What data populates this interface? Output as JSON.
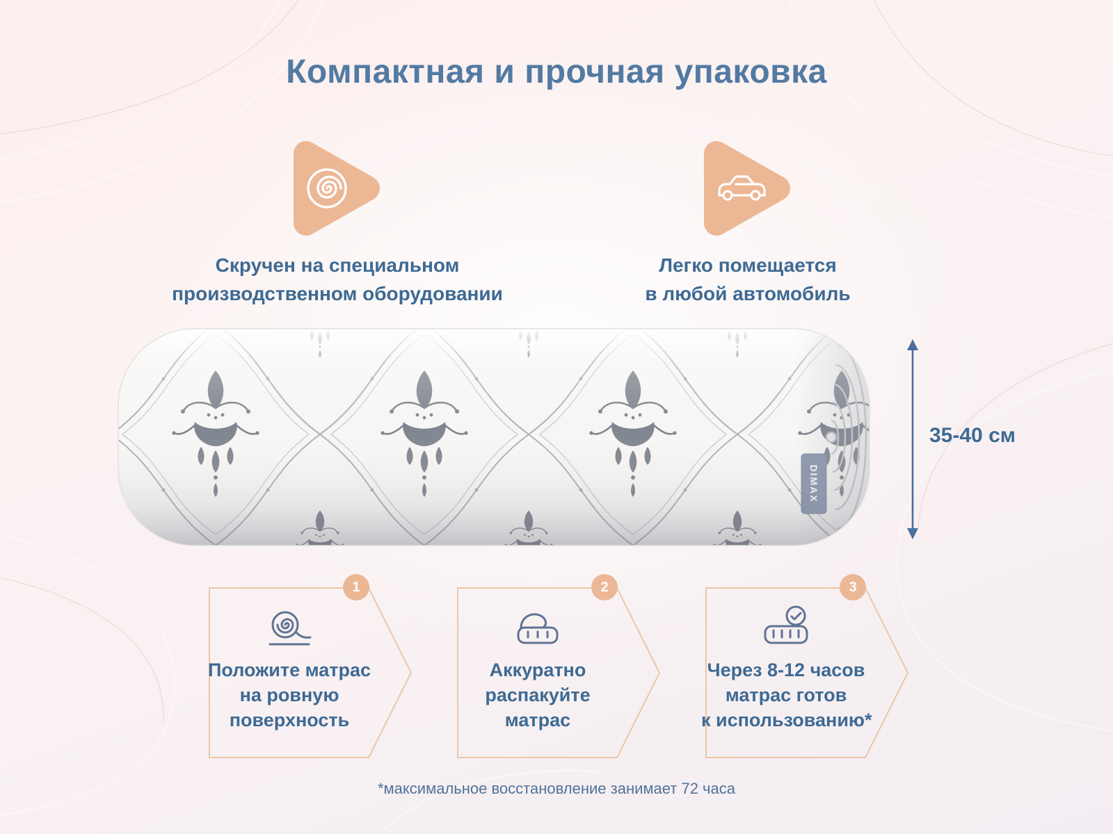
{
  "header": {
    "title": "Компактная и прочная упаковка"
  },
  "features": [
    {
      "icon": "rolled-mattress-spiral-icon",
      "line1": "Скручен на специальном",
      "line2": "производственном оборудовании"
    },
    {
      "icon": "car-icon",
      "line1": "Легко помещается",
      "line2": "в любой автомобиль"
    }
  ],
  "mattress": {
    "tag_label": "DIMAX",
    "height_label": "35-40 см"
  },
  "steps": [
    {
      "number": "1",
      "icon": "place-mattress-icon",
      "line1": "Положите матрас",
      "line2": "на ровную",
      "line3": "поверхность"
    },
    {
      "number": "2",
      "icon": "unpack-mattress-icon",
      "line1": "Аккуратно",
      "line2": "распакуйте",
      "line3": "матрас"
    },
    {
      "number": "3",
      "icon": "mattress-ready-icon",
      "line1": "Через 8-12 часов",
      "line2": "матрас готов",
      "line3": "к использованию*"
    }
  ],
  "footnote": "*максимальное восстановление занимает 72 часа",
  "colors": {
    "accent_peach": "#ECB795",
    "title_blue": "#527AA3",
    "text_blue": "#3E6A94",
    "icon_blue": "#5F7394",
    "step_border": "#EAC7A8",
    "tag_blue": "#8B96AD"
  }
}
